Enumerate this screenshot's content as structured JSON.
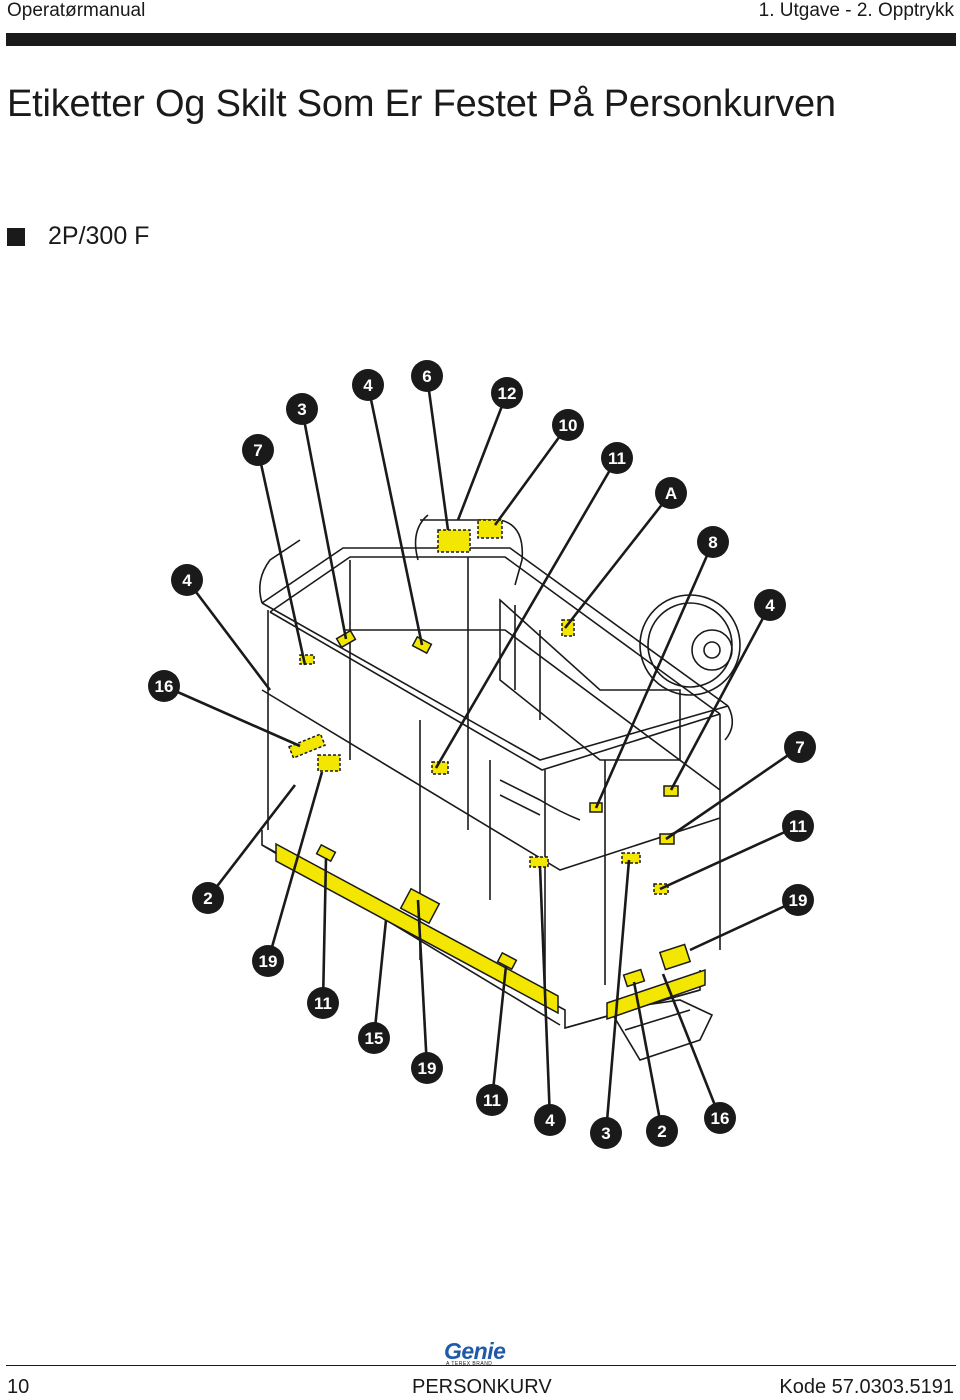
{
  "header": {
    "left": "Operatørmanual",
    "right": "1. Utgave - 2. Opptrykk"
  },
  "title": "Etiketter Og Skilt Som Er Festet På Personkurven",
  "model": "2P/300 F",
  "callouts": [
    {
      "label": "4"
    },
    {
      "label": "7"
    },
    {
      "label": "3"
    },
    {
      "label": "4"
    },
    {
      "label": "6"
    },
    {
      "label": "12"
    },
    {
      "label": "10"
    },
    {
      "label": "11"
    },
    {
      "label": "A"
    },
    {
      "label": "8"
    },
    {
      "label": "4"
    },
    {
      "label": "16"
    },
    {
      "label": "7"
    },
    {
      "label": "11"
    },
    {
      "label": "2"
    },
    {
      "label": "19"
    },
    {
      "label": "19"
    },
    {
      "label": "11"
    },
    {
      "label": "15"
    },
    {
      "label": "19"
    },
    {
      "label": "11"
    },
    {
      "label": "4"
    },
    {
      "label": "3"
    },
    {
      "label": "2"
    },
    {
      "label": "16"
    }
  ],
  "colors": {
    "decal": "#f3e600",
    "ink": "#1a1a1a",
    "logo": "#1e5aa8"
  },
  "logo": {
    "word": "Genie",
    "tagline": "A TEREX BRAND"
  },
  "footer": {
    "page": "10",
    "section": "PERSONKURV",
    "code": "Kode 57.0303.5191"
  }
}
